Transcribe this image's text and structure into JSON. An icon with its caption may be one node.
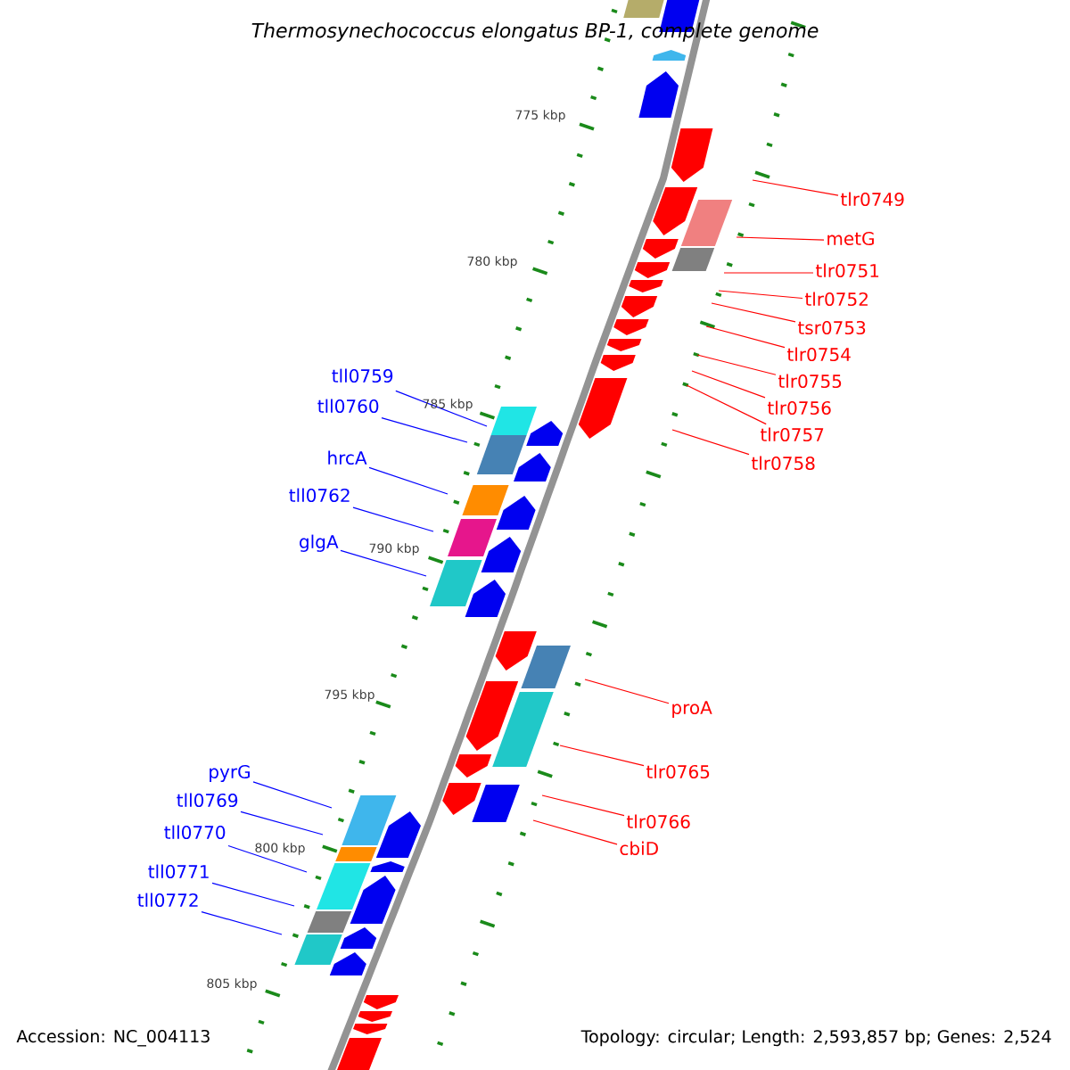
{
  "diagram": {
    "title": "Thermosynechococcus elongatus BP-1, complete genome",
    "nodes": [
      {
        "text": [
          "tlr0749"
        ]
      },
      {
        "text": [
          "metG"
        ]
      },
      {
        "text": [
          "tlr0751"
        ]
      },
      {
        "text": [
          "tlr0752"
        ]
      },
      {
        "text": [
          "tsr0753"
        ]
      },
      {
        "text": [
          "tlr0754"
        ]
      },
      {
        "text": [
          "tlr0755"
        ]
      },
      {
        "text": [
          "tlr0756"
        ]
      },
      {
        "text": [
          "tlr0757"
        ]
      },
      {
        "text": [
          "tlr0758"
        ]
      },
      {
        "text": [
          "tll0759"
        ]
      },
      {
        "text": [
          "tll0760"
        ]
      },
      {
        "text": [
          "hrcA"
        ]
      },
      {
        "text": [
          "tll0762"
        ]
      },
      {
        "text": [
          "glgA"
        ]
      },
      {
        "text": [
          "proA"
        ]
      },
      {
        "text": [
          "tlr0765"
        ]
      },
      {
        "text": [
          "tlr0766"
        ]
      },
      {
        "text": [
          "cbiD"
        ]
      },
      {
        "text": [
          "pyrG"
        ]
      },
      {
        "text": [
          "tll0769"
        ]
      },
      {
        "text": [
          "tll0770"
        ]
      },
      {
        "text": [
          "tll0771"
        ]
      },
      {
        "text": [
          "tll0772"
        ]
      }
    ],
    "edges": [
      {
        "from": 0,
        "to": null,
        "arrow": "none"
      },
      {
        "from": 1,
        "to": null,
        "arrow": "none"
      },
      {
        "from": 2,
        "to": null,
        "arrow": "none"
      },
      {
        "from": 3,
        "to": null,
        "arrow": "none"
      },
      {
        "from": 4,
        "to": null,
        "arrow": "none"
      },
      {
        "from": 5,
        "to": null,
        "arrow": "none"
      },
      {
        "from": 6,
        "to": null,
        "arrow": "none"
      },
      {
        "from": 7,
        "to": null,
        "arrow": "none"
      },
      {
        "from": 8,
        "to": null,
        "arrow": "none"
      },
      {
        "from": 9,
        "to": null,
        "arrow": "none"
      },
      {
        "from": 10,
        "to": null,
        "arrow": "none",
        "color": "#0000ff"
      },
      {
        "from": 11,
        "to": null,
        "arrow": "none",
        "color": "#0000ff"
      },
      {
        "from": 12,
        "to": null,
        "arrow": "none",
        "color": "#0000ff"
      },
      {
        "from": 13,
        "to": null,
        "arrow": "none",
        "color": "#0000ff"
      },
      {
        "from": 14,
        "to": null,
        "arrow": "none",
        "color": "#0000ff"
      },
      {
        "from": 15,
        "to": null,
        "arrow": "none"
      },
      {
        "from": 16,
        "to": null,
        "arrow": "none"
      },
      {
        "from": 17,
        "to": null,
        "arrow": "none"
      },
      {
        "from": 18,
        "to": null,
        "arrow": "none"
      },
      {
        "from": 19,
        "to": null,
        "arrow": "none",
        "color": "#0000ff"
      },
      {
        "from": 20,
        "to": null,
        "arrow": "none",
        "color": "#0000ff"
      },
      {
        "from": 21,
        "to": null,
        "arrow": "none",
        "color": "#0000ff"
      },
      {
        "from": 22,
        "to": null,
        "arrow": "none",
        "color": "#0000ff"
      },
      {
        "from": 23,
        "to": null,
        "arrow": "none",
        "color": "#0000ff"
      }
    ],
    "labels": [
      "775 kbp",
      "780 kbp",
      "785 kbp",
      "790 kbp",
      "795 kbp",
      "800 kbp",
      "805 kbp",
      "Accession: NC_004113",
      "Topology: circular; Length: 2,593,857 bp; Genes: 2,524"
    ]
  }
}
